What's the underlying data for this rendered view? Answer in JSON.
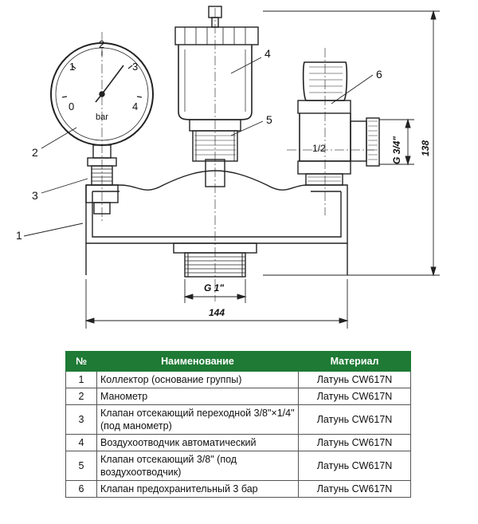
{
  "drawing": {
    "callouts": [
      "1",
      "2",
      "3",
      "4",
      "5",
      "6"
    ],
    "gauge": {
      "unit": "bar",
      "scale": [
        "0",
        "1",
        "2",
        "3",
        "4"
      ]
    },
    "valve_marking": "1/2",
    "dimensions": {
      "outlet_thread": "G 3/4\"",
      "inlet_thread": "G 1\"",
      "width": "144",
      "height": "138"
    }
  },
  "table": {
    "headers": [
      "№",
      "Наименование",
      "Материал"
    ],
    "rows": [
      {
        "num": "1",
        "name": "Коллектор (основание группы)",
        "material": "Латунь  CW617N"
      },
      {
        "num": "2",
        "name": "Манометр",
        "material": "Латунь  CW617N"
      },
      {
        "num": "3",
        "name": "Клапан отсекающий переходной 3/8\"×1/4\" (под манометр)",
        "material": "Латунь  CW617N"
      },
      {
        "num": "4",
        "name": "Воздухоотводчик  автоматический",
        "material": "Латунь  CW617N"
      },
      {
        "num": "5",
        "name": "Клапан отсекающий 3/8\" (под воздухоотводчик)",
        "material": "Латунь  CW617N"
      },
      {
        "num": "6",
        "name": "Клапан предохранительный 3 бар",
        "material": "Латунь  CW617N"
      }
    ]
  }
}
